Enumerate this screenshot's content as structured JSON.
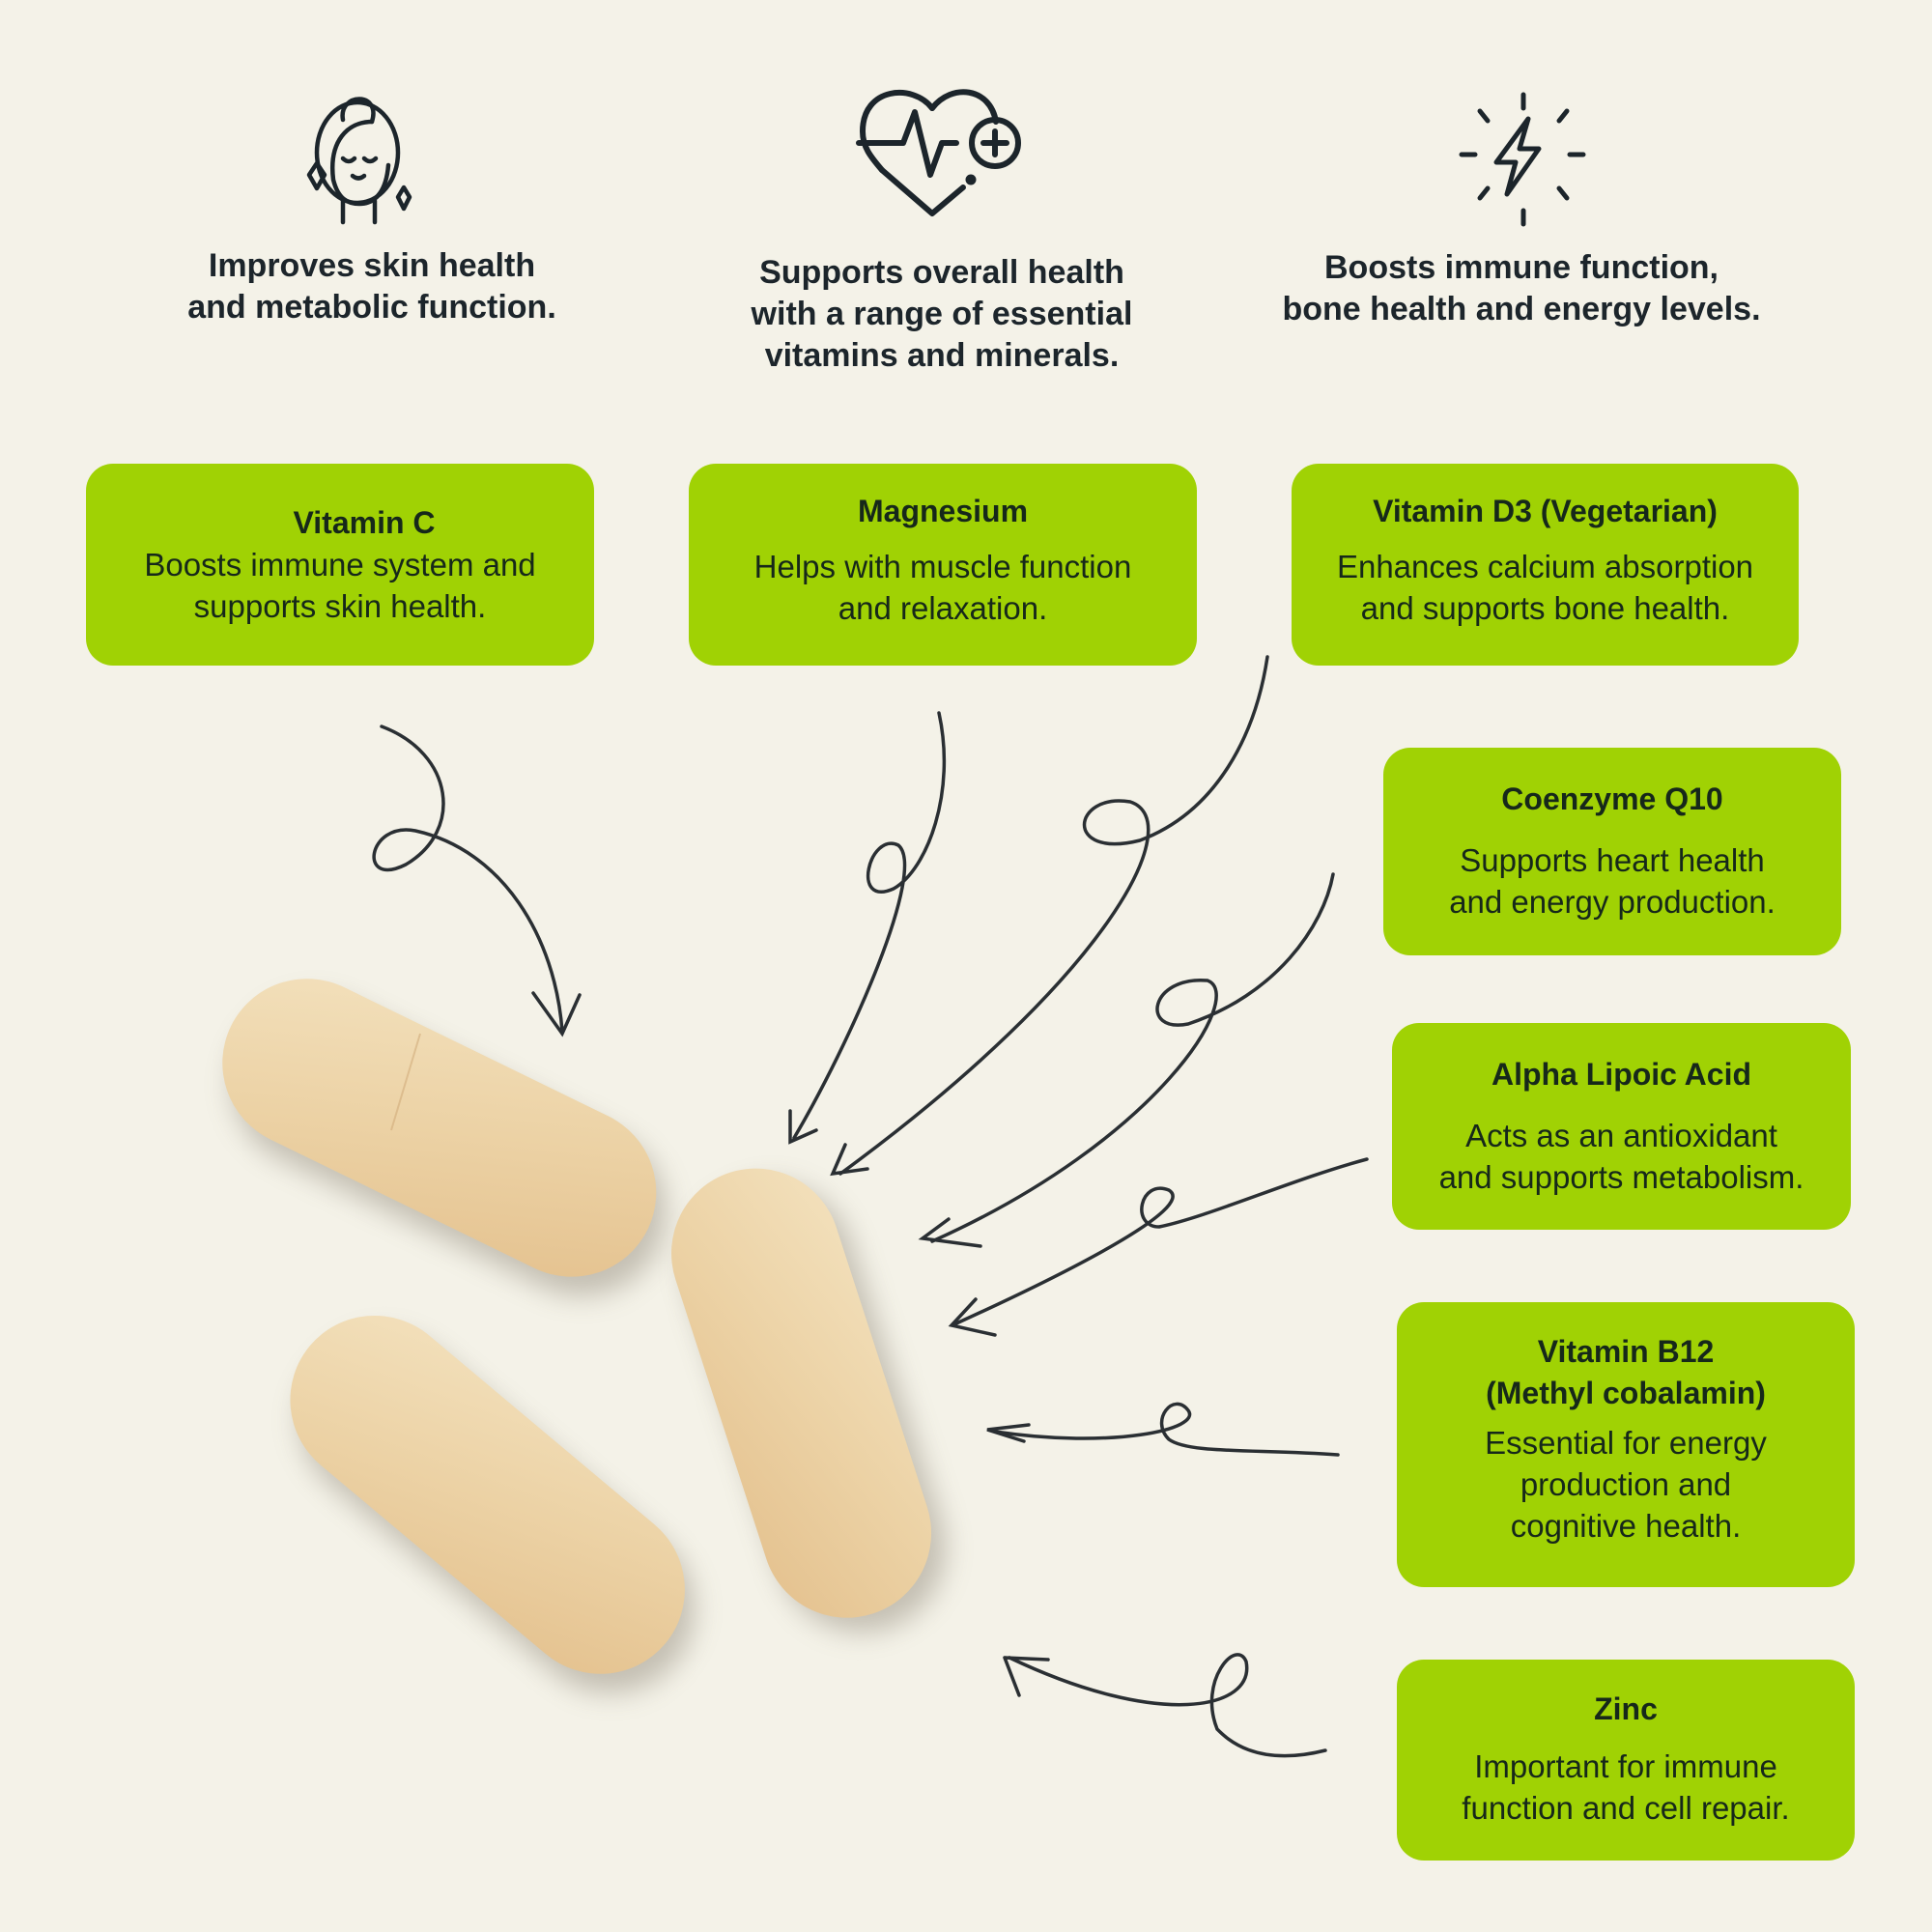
{
  "colors": {
    "background": "#f4f2e8",
    "card": "#a0d204",
    "ink": "#1c252b",
    "capsule": "#eed6ad"
  },
  "benefits": [
    {
      "icon": "face-care-icon",
      "lines": [
        "Improves skin health",
        "and metabolic function."
      ]
    },
    {
      "icon": "heart-pulse-plus-icon",
      "lines": [
        "Supports overall health",
        "with a range of essential",
        "vitamins and minerals."
      ]
    },
    {
      "icon": "lightning-energy-icon",
      "lines": [
        "Boosts immune function,",
        "bone health and energy levels."
      ]
    }
  ],
  "ingredients": [
    {
      "title": "Vitamin C",
      "desc": [
        "Boosts immune system and",
        "supports skin health."
      ]
    },
    {
      "title": "Magnesium",
      "desc": [
        "Helps with muscle function",
        "and relaxation."
      ]
    },
    {
      "title": "Vitamin D3 (Vegetarian)",
      "desc": [
        "Enhances calcium absorption",
        "and supports bone health."
      ]
    },
    {
      "title": "Coenzyme Q10",
      "desc": [
        "Supports heart health",
        "and energy production."
      ]
    },
    {
      "title": "Alpha Lipoic Acid",
      "desc": [
        "Acts as an antioxidant",
        "and supports metabolism."
      ]
    },
    {
      "title": "Vitamin B12",
      "title2": "(Methyl cobalamin)",
      "desc": [
        "Essential for energy",
        "production and",
        "cognitive health."
      ]
    },
    {
      "title": "Zinc",
      "desc": [
        "Important for immune",
        "function and cell repair."
      ]
    }
  ]
}
